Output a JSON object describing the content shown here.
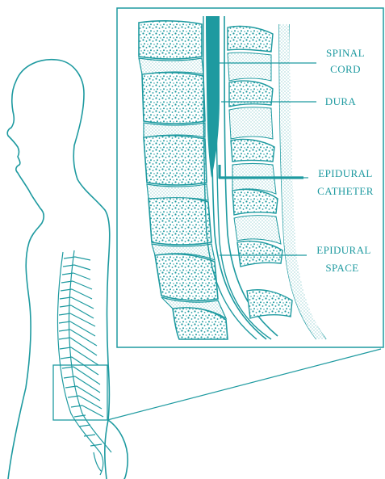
{
  "colors": {
    "teal": "#1e9aa0",
    "background": "#ffffff"
  },
  "labels": {
    "spinal_cord": [
      "SPINAL",
      "CORD"
    ],
    "dura": "DURA",
    "epidural_catheter": [
      "EPIDURAL",
      "CATHETER"
    ],
    "epidural_space": [
      "EPIDURAL",
      "SPACE"
    ]
  }
}
